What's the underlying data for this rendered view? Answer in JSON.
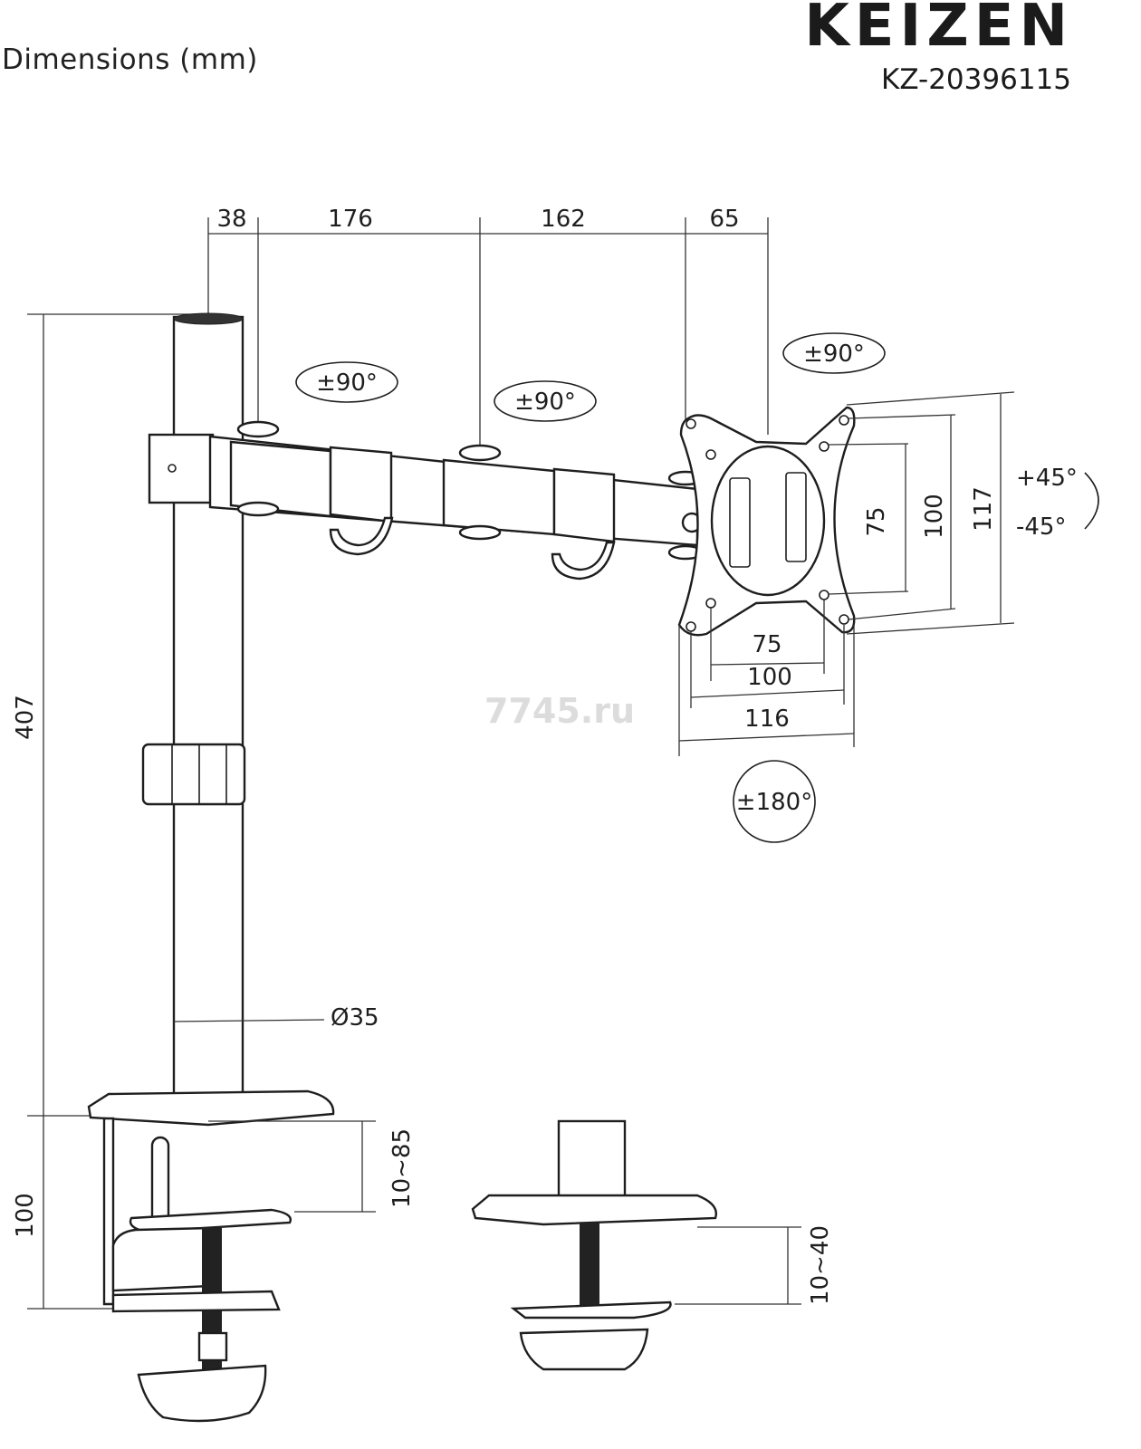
{
  "header": {
    "title": "Dimensions (mm)",
    "brand": "KEIZEN",
    "model": "KZ-20396115"
  },
  "dimensions": {
    "top": [
      "38",
      "176",
      "162",
      "65"
    ],
    "height_total": "407",
    "clamp_height": "100",
    "pole_diameter": "Ø35",
    "clamp_range": "10~85",
    "grommet_range": "10~40",
    "vesa_vertical": [
      "75",
      "100",
      "117"
    ],
    "vesa_horizontal": [
      "75",
      "100",
      "116"
    ]
  },
  "rotations": {
    "arm1": "±90°",
    "arm2": "±90°",
    "head": "±90°",
    "rotate": "±180°",
    "tilt_up": "+45°",
    "tilt_down": "-45°"
  },
  "watermark": "7745.ru"
}
